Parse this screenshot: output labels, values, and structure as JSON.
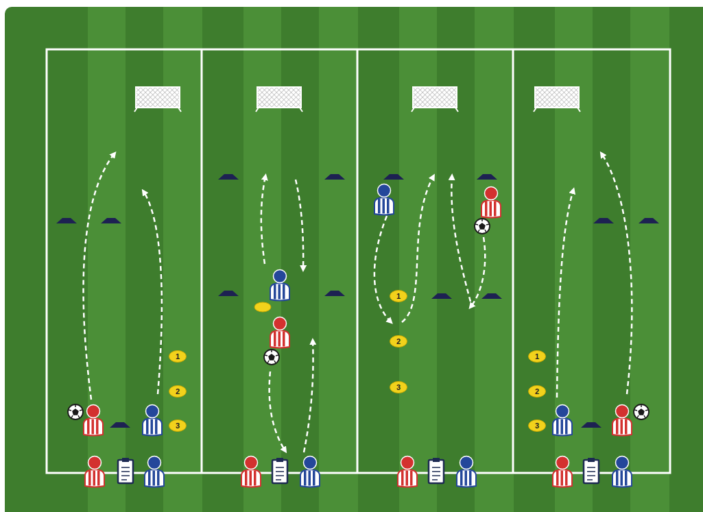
{
  "diagram": {
    "nodes": [
      {
        "text": [
          "1"
        ]
      },
      {
        "text": [
          "2"
        ]
      },
      {
        "text": [
          "3"
        ]
      },
      {
        "text": [
          "1"
        ]
      },
      {
        "text": [
          "2"
        ]
      },
      {
        "text": [
          "3"
        ]
      },
      {
        "text": [
          "1"
        ]
      },
      {
        "text": [
          "2"
        ]
      },
      {
        "text": [
          "3"
        ]
      }
    ]
  }
}
